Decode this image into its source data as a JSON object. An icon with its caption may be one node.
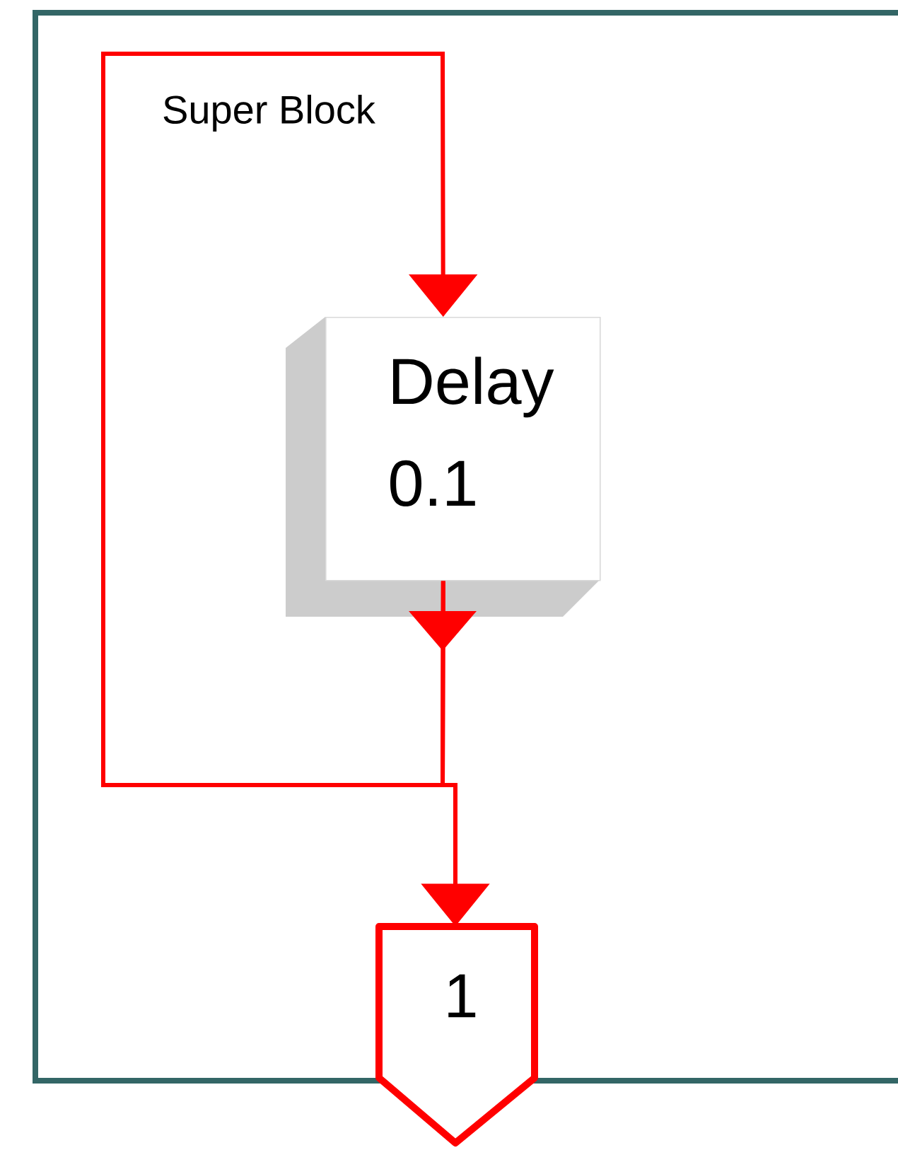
{
  "diagram": {
    "nodes": [
      {
        "text": [
          "Super Block"
        ]
      },
      {
        "text": [
          "Delay",
          "0.1"
        ],
        "in": 0
      },
      {
        "text": [
          "1"
        ]
      }
    ],
    "edges": [
      {
        "from": 1,
        "to": 1,
        "arrow": "to"
      },
      {
        "from": 1,
        "to": 2,
        "arrow": "to"
      }
    ]
  }
}
